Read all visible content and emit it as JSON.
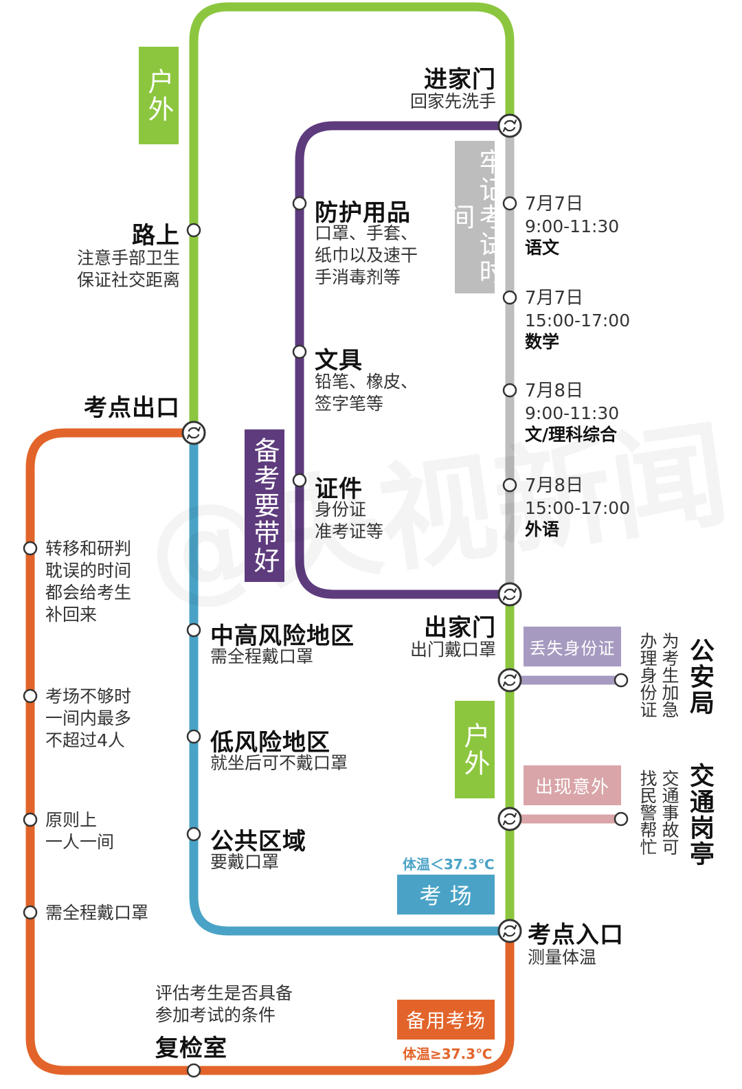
{
  "colors": {
    "green": "#8cc63f",
    "purple": "#5e3b7d",
    "gray": "#bdbdbd",
    "blue": "#4aa3c6",
    "orange": "#e2642a",
    "lavender": "#a79ac0",
    "pink": "#d9a5a8",
    "text": "#111111"
  },
  "icons": {
    "station": "station-dot-icon",
    "transfer": "transfer-circle-icon"
  },
  "watermark": "@央视新闻",
  "outdoor_top": "户外",
  "outdoor_bottom": "户外",
  "stations": {
    "home_enter": {
      "title": "进家门",
      "sub": "回家先洗手"
    },
    "road": {
      "title": "路上",
      "sub": "注意手部卫生\n保证社交距离"
    },
    "exam_exit": {
      "title": "考点出口"
    },
    "protective": {
      "title": "防护用品",
      "sub": "口罩、手套、\n纸巾以及速干\n手消毒剂等"
    },
    "stationery": {
      "title": "文具",
      "sub": "铅笔、橡皮、\n签字笔等"
    },
    "documents": {
      "title": "证件",
      "sub": "身份证\n准考证等"
    },
    "home_leave": {
      "title": "出家门",
      "sub": "出门戴口罩"
    },
    "high_risk": {
      "title": "中高风险地区",
      "sub": "需全程戴口罩"
    },
    "low_risk": {
      "title": "低风险地区",
      "sub": "就坐后可不戴口罩"
    },
    "public_area": {
      "title": "公共区域",
      "sub": "要戴口罩"
    },
    "exam_entry": {
      "title": "考点入口",
      "sub": "测量体温"
    },
    "recheck": {
      "title": "复检室",
      "sub": "评估考生是否具备\n参加考试的条件"
    }
  },
  "prepare_label": "备考要带好",
  "schedule": {
    "label": "牢记考试时间",
    "items": [
      {
        "date": "7月7日",
        "time": "9:00-11:30",
        "subject": "语文"
      },
      {
        "date": "7月7日",
        "time": "15:00-17:00",
        "subject": "数学"
      },
      {
        "date": "7月8日",
        "time": "9:00-11:30",
        "subject": "文/理科综合"
      },
      {
        "date": "7月8日",
        "time": "15:00-17:00",
        "subject": "外语"
      }
    ]
  },
  "backup_notes": [
    "转移和研判\n耽误的时间\n都会给考生\n补回来",
    "考场不够时\n一间内最多\n不超过4人",
    "原则上\n一人一间",
    "需全程戴口罩"
  ],
  "exam_room": {
    "label": "考 场",
    "temp": "体温＜37.3℃"
  },
  "backup_room": {
    "label": "备用考场",
    "temp": "体温≥37.3℃"
  },
  "branches": {
    "lost_id": {
      "label": "丢失身份证",
      "station": "公安局",
      "desc1": "为考生加急",
      "desc2": "办理身份证"
    },
    "accident": {
      "label": "出现意外",
      "station": "交通岗亭",
      "desc1": "交通事故可",
      "desc2": "找民警帮忙"
    }
  }
}
